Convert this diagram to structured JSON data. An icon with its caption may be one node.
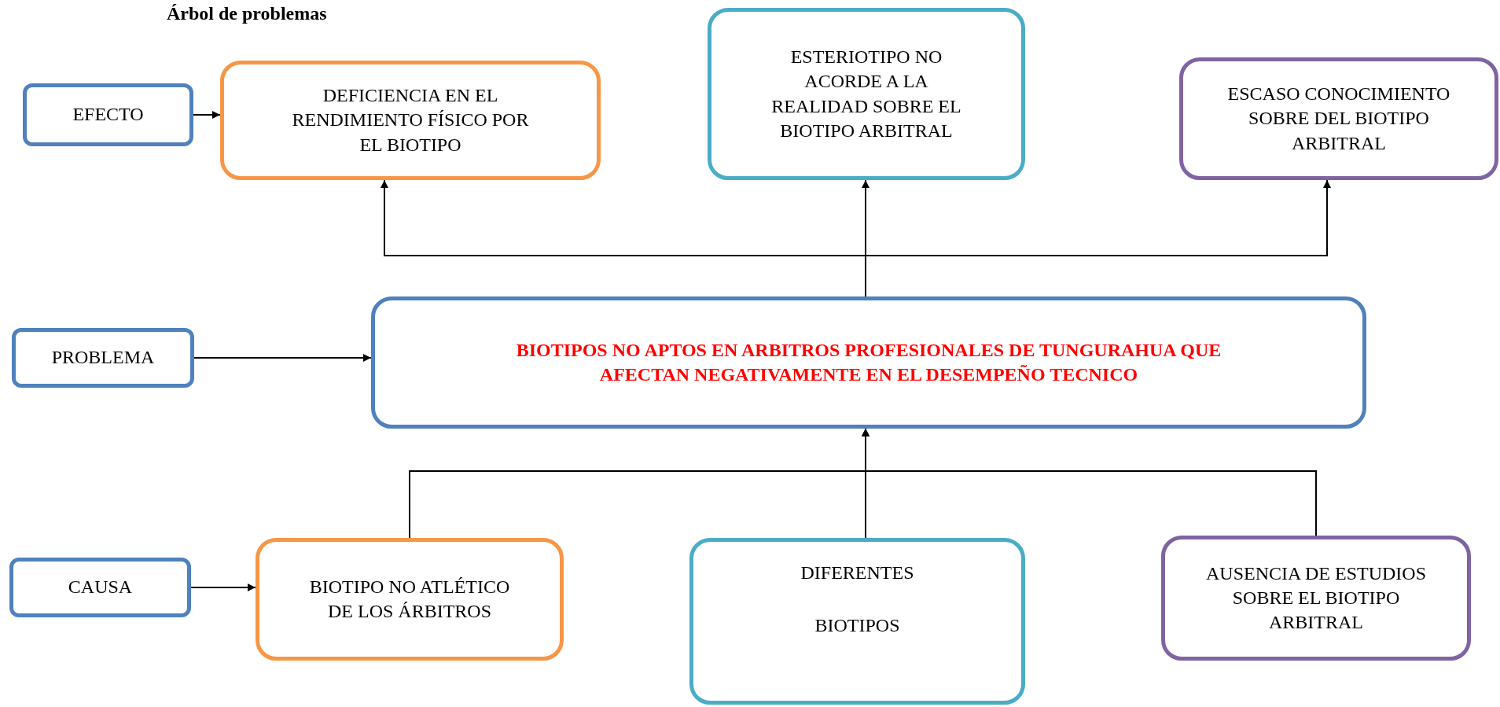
{
  "diagram": {
    "title": "Árbol de problemas",
    "nodes": [
      {
        "text": [
          "EFECTO"
        ]
      },
      {
        "text": [
          "DEFICIENCIA EN EL RENDIMIENTO FÍSICO POR EL BIOTIPO"
        ]
      },
      {
        "text": [
          "ESTERIOTIPO NO ACORDE A LA REALIDAD SOBRE EL BIOTIPO ARBITRAL"
        ]
      },
      {
        "text": [
          "ESCASO CONOCIMIENTO SOBRE DEL BIOTIPO ARBITRAL"
        ]
      },
      {
        "text": [
          "PROBLEMA"
        ]
      },
      {
        "text": [
          "BIOTIPOS NO APTOS EN ARBITROS PROFESIONALES DE TUNGURAHUA QUE AFECTAN NEGATIVAMENTE EN EL DESEMPEÑO TECNICO"
        ]
      },
      {
        "text": [
          "CAUSA"
        ]
      },
      {
        "text": [
          "BIOTIPO NO ATLÉTICO DE LOS ÁRBITROS"
        ]
      },
      {
        "text": [
          "DIFERENTES",
          "BIOTIPOS"
        ]
      },
      {
        "text": [
          "AUSENCIA DE ESTUDIOS SOBRE EL BIOTIPO ARBITRAL"
        ]
      }
    ],
    "edges": [
      {
        "from": 0,
        "to": 1,
        "arrow": "to"
      },
      {
        "from": 5,
        "to": 1,
        "arrow": "to"
      },
      {
        "from": 5,
        "to": 2,
        "arrow": "to"
      },
      {
        "from": 5,
        "to": 3,
        "arrow": "to"
      },
      {
        "from": 4,
        "to": 5,
        "arrow": "to"
      },
      {
        "from": 6,
        "to": 7,
        "arrow": "to"
      },
      {
        "from": 7,
        "to": 5,
        "arrow": "to"
      },
      {
        "from": 8,
        "to": 5,
        "arrow": "to"
      },
      {
        "from": 9,
        "to": 5,
        "arrow": "to"
      }
    ]
  }
}
